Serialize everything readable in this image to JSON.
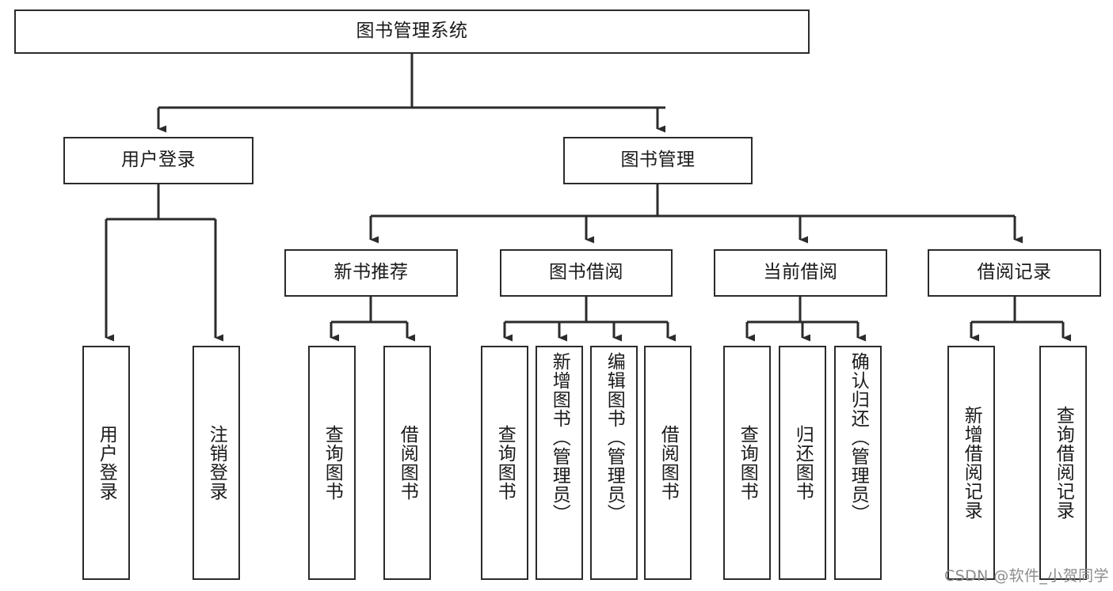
{
  "diagram": {
    "type": "tree-hierarchy-chart",
    "title_node": "图书管理系统",
    "watermark": "CSDN @软件_小贺同学",
    "colors": {
      "box_stroke": "#2b2b2b",
      "box_fill": "#ffffff",
      "connector": "#2b2b2b",
      "text": "#1a1a1a",
      "watermark": "#8c8c8c",
      "background": "#ffffff"
    },
    "nodes": {
      "root": {
        "label": "图书管理系统"
      },
      "level2": [
        {
          "id": "user-login",
          "label": "用户登录"
        },
        {
          "id": "book-management",
          "label": "图书管理"
        }
      ],
      "level3": [
        {
          "id": "new-book-recommend",
          "label": "新书推荐"
        },
        {
          "id": "book-borrow",
          "label": "图书借阅"
        },
        {
          "id": "current-borrow",
          "label": "当前借阅"
        },
        {
          "id": "borrow-record",
          "label": "借阅记录"
        }
      ],
      "leaves": {
        "user-login": [
          {
            "id": "leaf-user-login",
            "label": "用户登录"
          },
          {
            "id": "leaf-logout-login",
            "label": "注销登录"
          }
        ],
        "new-book-recommend": [
          {
            "id": "leaf-query-books-1",
            "label": "查询图书"
          },
          {
            "id": "leaf-borrow-books-1",
            "label": "借阅图书"
          }
        ],
        "book-borrow": [
          {
            "id": "leaf-query-books-2",
            "label": "查询图书"
          },
          {
            "id": "leaf-add-book",
            "label": "新增图书（管理员）"
          },
          {
            "id": "leaf-edit-book",
            "label": "编辑图书（管理员）"
          },
          {
            "id": "leaf-borrow-books-2",
            "label": "借阅图书"
          }
        ],
        "current-borrow": [
          {
            "id": "leaf-query-books-3",
            "label": "查询图书"
          },
          {
            "id": "leaf-return-book",
            "label": "归还图书"
          },
          {
            "id": "leaf-confirm-return",
            "label": "确认归还（管理员）"
          }
        ],
        "borrow-record": [
          {
            "id": "leaf-add-record",
            "label": "新增借阅记录"
          },
          {
            "id": "leaf-query-record",
            "label": "查询借阅记录"
          }
        ]
      }
    }
  }
}
